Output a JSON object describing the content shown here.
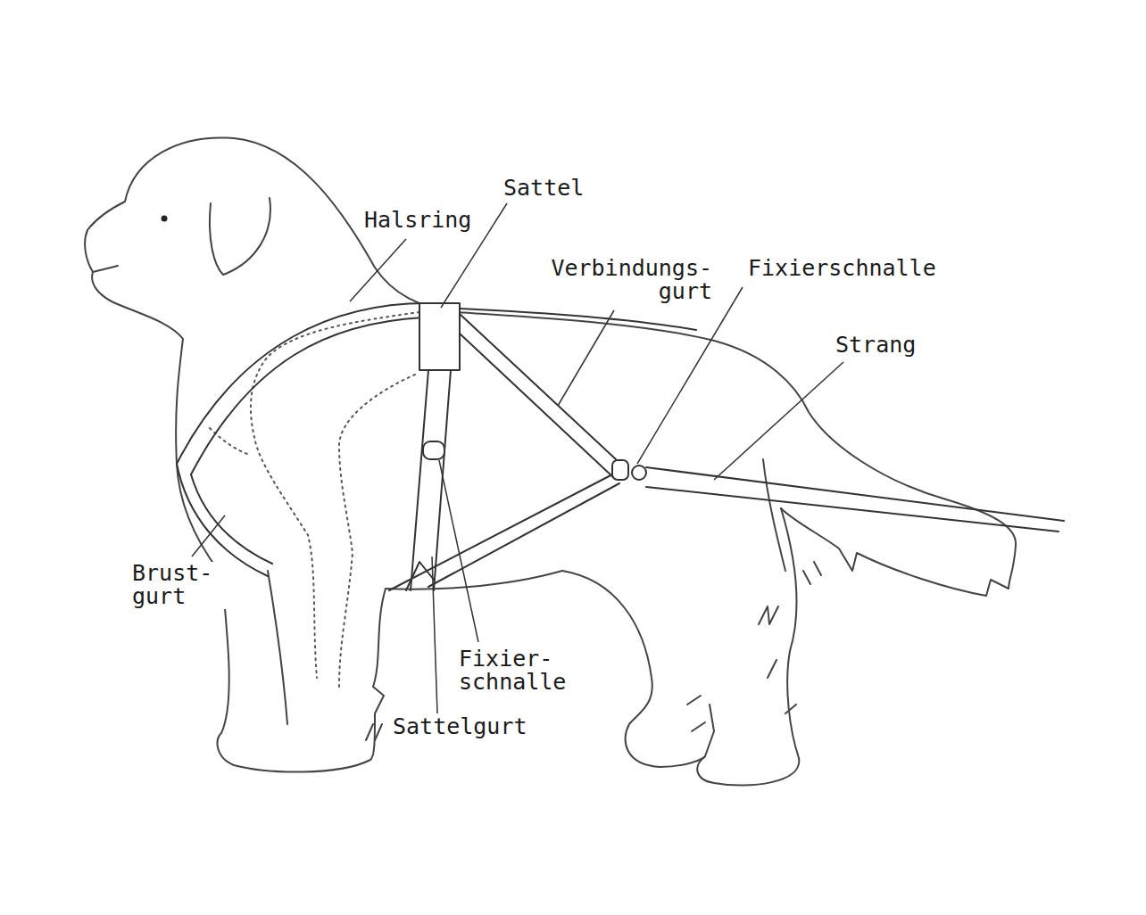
{
  "diagram": {
    "labels": [
      "Sattel",
      "Halsring",
      "Verbindungs- gurt",
      "Fixierschnalle",
      "Strang",
      "Brust- gurt",
      "Fixier- schnalle",
      "Sattelgurt"
    ]
  }
}
